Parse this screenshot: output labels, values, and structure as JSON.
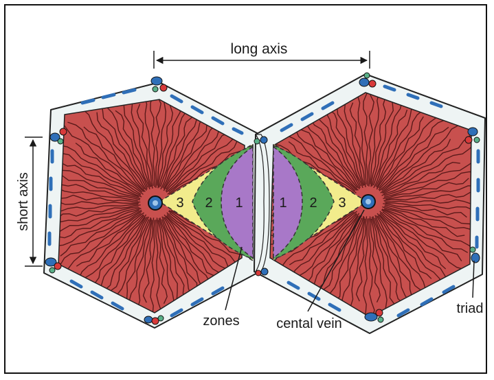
{
  "labels": {
    "long_axis": "long axis",
    "short_axis": "short axis",
    "zones": "zones",
    "central_vein": "cental vein",
    "triad": "triad"
  },
  "zone_numbers": {
    "left": [
      "3",
      "2",
      "1"
    ],
    "right": [
      "1",
      "2",
      "3"
    ]
  },
  "colors": {
    "parenchyma": "#c8504e",
    "sinusoid_lines": "#5a1a1a",
    "zone1": "#a878c8",
    "zone2": "#5aa85a",
    "zone3": "#f2ec8c",
    "septum": "#eef4f4",
    "septum_nuclei": "#2f6fb8",
    "triad_artery": "#d83a3a",
    "triad_vein": "#2f6fb8",
    "triad_duct": "#5ab088",
    "central_vein": "#2f6fb8"
  }
}
